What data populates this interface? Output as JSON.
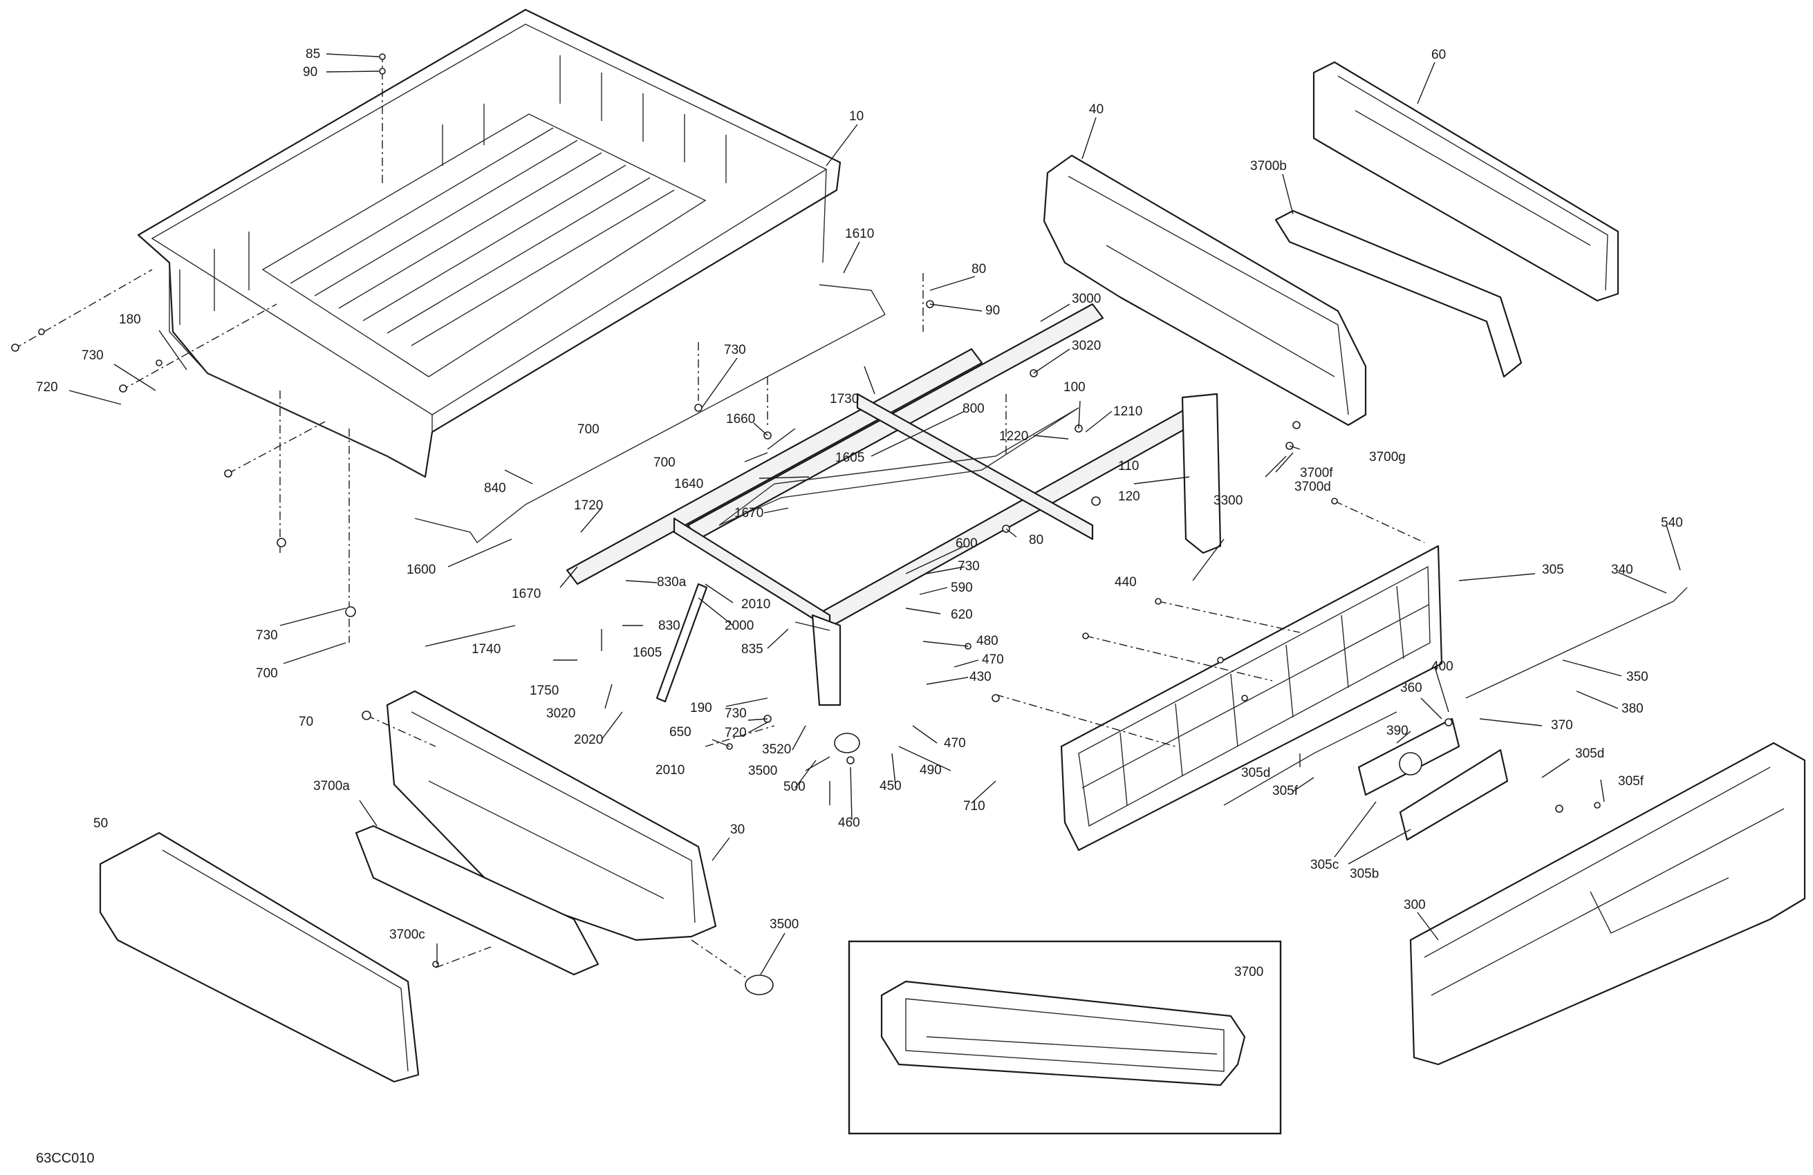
{
  "figure_code": "63CC010",
  "inset": {
    "label": "3700"
  },
  "callouts": [
    {
      "id": "c-85",
      "text": "85"
    },
    {
      "id": "c-90a",
      "text": "90"
    },
    {
      "id": "c-10",
      "text": "10"
    },
    {
      "id": "c-40",
      "text": "40"
    },
    {
      "id": "c-60",
      "text": "60"
    },
    {
      "id": "c-3700b",
      "text": "3700b"
    },
    {
      "id": "c-1610",
      "text": "1610"
    },
    {
      "id": "c-80a",
      "text": "80"
    },
    {
      "id": "c-90b",
      "text": "90"
    },
    {
      "id": "c-3000",
      "text": "3000"
    },
    {
      "id": "c-3020a",
      "text": "3020"
    },
    {
      "id": "c-180",
      "text": "180"
    },
    {
      "id": "c-730a",
      "text": "730"
    },
    {
      "id": "c-720a",
      "text": "720"
    },
    {
      "id": "c-730b",
      "text": "730"
    },
    {
      "id": "c-1730",
      "text": "1730"
    },
    {
      "id": "c-800",
      "text": "800"
    },
    {
      "id": "c-100",
      "text": "100"
    },
    {
      "id": "c-1210",
      "text": "1210"
    },
    {
      "id": "c-700a",
      "text": "700"
    },
    {
      "id": "c-1660",
      "text": "1660"
    },
    {
      "id": "c-1220",
      "text": "1220"
    },
    {
      "id": "c-3700g",
      "text": "3700g"
    },
    {
      "id": "c-3700f",
      "text": "3700f"
    },
    {
      "id": "c-3700d",
      "text": "3700d"
    },
    {
      "id": "c-840",
      "text": "840"
    },
    {
      "id": "c-700b",
      "text": "700"
    },
    {
      "id": "c-1605a",
      "text": "1605"
    },
    {
      "id": "c-1640",
      "text": "1640"
    },
    {
      "id": "c-110",
      "text": "110"
    },
    {
      "id": "c-120",
      "text": "120"
    },
    {
      "id": "c-3300",
      "text": "3300"
    },
    {
      "id": "c-1720",
      "text": "1720"
    },
    {
      "id": "c-1670a",
      "text": "1670"
    },
    {
      "id": "c-600",
      "text": "600"
    },
    {
      "id": "c-80b",
      "text": "80"
    },
    {
      "id": "c-540",
      "text": "540"
    },
    {
      "id": "c-1600",
      "text": "1600"
    },
    {
      "id": "c-730c",
      "text": "730"
    },
    {
      "id": "c-440",
      "text": "440"
    },
    {
      "id": "c-830a",
      "text": "830a"
    },
    {
      "id": "c-590",
      "text": "590"
    },
    {
      "id": "c-305a",
      "text": "305"
    },
    {
      "id": "c-340",
      "text": "340"
    },
    {
      "id": "c-1670b",
      "text": "1670"
    },
    {
      "id": "c-2010a",
      "text": "2010"
    },
    {
      "id": "c-620",
      "text": "620"
    },
    {
      "id": "c-830",
      "text": "830"
    },
    {
      "id": "c-2000",
      "text": "2000"
    },
    {
      "id": "c-730d",
      "text": "730"
    },
    {
      "id": "c-1740",
      "text": "1740"
    },
    {
      "id": "c-1605b",
      "text": "1605"
    },
    {
      "id": "c-835",
      "text": "835"
    },
    {
      "id": "c-480",
      "text": "480"
    },
    {
      "id": "c-470a",
      "text": "470"
    },
    {
      "id": "c-700c",
      "text": "700"
    },
    {
      "id": "c-1750",
      "text": "1750"
    },
    {
      "id": "c-430",
      "text": "430"
    },
    {
      "id": "c-350",
      "text": "350"
    },
    {
      "id": "c-360",
      "text": "360"
    },
    {
      "id": "c-400",
      "text": "400"
    },
    {
      "id": "c-70",
      "text": "70"
    },
    {
      "id": "c-3020b",
      "text": "3020"
    },
    {
      "id": "c-190",
      "text": "190"
    },
    {
      "id": "c-380",
      "text": "380"
    },
    {
      "id": "c-730e",
      "text": "730"
    },
    {
      "id": "c-370",
      "text": "370"
    },
    {
      "id": "c-720b",
      "text": "720"
    },
    {
      "id": "c-2020",
      "text": "2020"
    },
    {
      "id": "c-650",
      "text": "650"
    },
    {
      "id": "c-3520",
      "text": "3520"
    },
    {
      "id": "c-470b",
      "text": "470"
    },
    {
      "id": "c-390",
      "text": "390"
    },
    {
      "id": "c-3700a",
      "text": "3700a"
    },
    {
      "id": "c-2010b",
      "text": "2010"
    },
    {
      "id": "c-3500a",
      "text": "3500"
    },
    {
      "id": "c-490",
      "text": "490"
    },
    {
      "id": "c-305d-a",
      "text": "305d"
    },
    {
      "id": "c-305d-b",
      "text": "305d"
    },
    {
      "id": "c-305f-a",
      "text": "305f"
    },
    {
      "id": "c-500",
      "text": "500"
    },
    {
      "id": "c-450",
      "text": "450"
    },
    {
      "id": "c-305f-b",
      "text": "305f"
    },
    {
      "id": "c-710",
      "text": "710"
    },
    {
      "id": "c-50",
      "text": "50"
    },
    {
      "id": "c-460",
      "text": "460"
    },
    {
      "id": "c-30",
      "text": "30"
    },
    {
      "id": "c-305c",
      "text": "305c"
    },
    {
      "id": "c-305b",
      "text": "305b"
    },
    {
      "id": "c-300",
      "text": "300"
    },
    {
      "id": "c-3500b",
      "text": "3500"
    },
    {
      "id": "c-3700c",
      "text": "3700c"
    }
  ]
}
